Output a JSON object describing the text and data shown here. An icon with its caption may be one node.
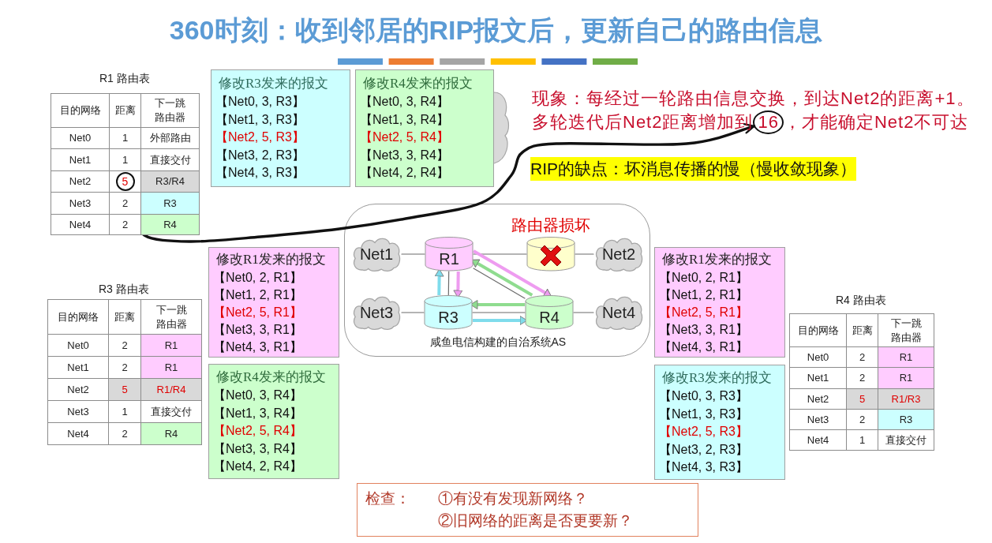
{
  "diagram": {
    "title": "360时刻：收到邻居的RIP报文后，更新自己的路由信息",
    "nodes": [
      {
        "text": [
          "修改R3发来的报文",
          "【Net0, 3, R3】",
          "【Net1, 3, R3】",
          "【Net2, 5, R3】",
          "【Net3, 2, R3】",
          "【Net4, 3, R3】"
        ]
      },
      {
        "text": [
          "修改R4发来的报文",
          "【Net0, 3, R4】",
          "【Net1, 3, R4】",
          "【Net2, 5, R4】",
          "【Net3, 3, R4】",
          "【Net4, 2, R4】"
        ]
      },
      {
        "text": [
          "5"
        ]
      },
      {
        "text": [
          "16"
        ]
      },
      {
        "text": [
          "咸鱼电信构建的自治系统AS"
        ]
      },
      {
        "text": [
          "R1"
        ],
        "in": 4
      },
      {
        "text": [],
        "shape": "cylinder",
        "in": 4,
        "beside": [
          "路由器损坏"
        ]
      },
      {
        "text": [
          "Net1"
        ],
        "in": 4
      },
      {
        "text": [
          "Net2"
        ],
        "in": 4
      },
      {
        "text": [
          "R3"
        ],
        "in": 4
      },
      {
        "text": [
          "R4"
        ],
        "in": 4
      },
      {
        "text": [
          "Net3"
        ],
        "in": 4
      },
      {
        "text": [
          "Net4"
        ],
        "in": 4
      },
      {
        "text": [
          "修改R1发来的报文",
          "【Net0, 2, R1】",
          "【Net1, 2, R1】",
          "【Net2, 5, R1】",
          "【Net3, 3, R1】",
          "【Net4, 3, R1】"
        ]
      },
      {
        "text": [
          "修改R1发来的报文",
          "【Net0, 2, R1】",
          "【Net1, 2, R1】",
          "【Net2, 5, R1】",
          "【Net3, 3, R1】",
          "【Net4, 3, R1】"
        ]
      },
      {
        "text": [
          "修改R4发来的报文",
          "【Net0, 3, R4】",
          "【Net1, 3, R4】",
          "【Net2, 5, R4】",
          "【Net3, 3, R4】",
          "【Net4, 2, R4】"
        ]
      },
      {
        "text": [
          "修改R3发来的报文",
          "【Net0, 3, R3】",
          "【Net1, 3, R3】",
          "【Net2, 5, R3】",
          "【Net3, 2, R3】",
          "【Net4, 3, R3】"
        ]
      },
      {
        "text": [
          "检查：",
          "①有没有发现新网络？",
          "②旧网络的距离是否更要新？"
        ]
      },
      {
        "text": [],
        "shape": "cloud"
      }
    ],
    "edges": [
      {
        "from": 7,
        "to": 5,
        "arrow": "none"
      },
      {
        "from": 5,
        "to": 6,
        "arrow": "none"
      },
      {
        "from": 6,
        "to": 8,
        "arrow": "none"
      },
      {
        "from": 5,
        "to": 9,
        "arrow": "none"
      },
      {
        "from": 5,
        "to": 10,
        "arrow": "none"
      },
      {
        "from": 11,
        "to": 9,
        "arrow": "none"
      },
      {
        "from": 9,
        "to": 10,
        "arrow": "none"
      },
      {
        "from": 10,
        "to": 12,
        "arrow": "none"
      },
      {
        "from": 2,
        "to": 3,
        "arrow": "to",
        "style": "thick",
        "color": "#111111"
      },
      {
        "from": 9,
        "to": 5,
        "arrow": "to",
        "style": "thick",
        "color": "#7fdcec"
      },
      {
        "from": 5,
        "to": 9,
        "arrow": "to",
        "style": "thick",
        "color": "#ee9cf0"
      },
      {
        "from": 10,
        "to": 5,
        "arrow": "to",
        "style": "thick",
        "color": "#8fdc8f"
      },
      {
        "from": 5,
        "to": 10,
        "arrow": "to",
        "style": "thick",
        "color": "#ee9cf0"
      },
      {
        "from": 10,
        "to": 9,
        "arrow": "to",
        "style": "thick",
        "color": "#8fdc8f"
      },
      {
        "from": 9,
        "to": 10,
        "arrow": "to",
        "style": "thick",
        "color": "#7fdcec"
      }
    ],
    "labels": [
      "R1 路由表",
      "目的网络",
      "距离",
      "下一跳路由器",
      "Net0",
      "1",
      "外部路由",
      "Net1",
      "1",
      "直接交付",
      "Net2",
      "R3/R4",
      "Net3",
      "2",
      "R3",
      "Net4",
      "2",
      "R4",
      "现象：每经过一轮路由信息交换，到达Net2的距离+1。",
      "多轮迭代后Net2距离增加到",
      "，才能确定Net2不可达",
      "RIP的缺点：坏消息传播的慢（慢收敛现象）",
      "R3 路由表",
      "目的网络",
      "距离",
      "下一跳路由器",
      "Net0",
      "2",
      "R1",
      "Net1",
      "2",
      "R1",
      "Net2",
      "5",
      "R1/R4",
      "Net3",
      "1",
      "直接交付",
      "Net4",
      "2",
      "R4",
      "R4 路由表",
      "目的网络",
      "距离",
      "下一跳路由器",
      "Net0",
      "2",
      "R1",
      "Net1",
      "2",
      "R1",
      "Net2",
      "5",
      "R1/R3",
      "Net3",
      "2",
      "R3",
      "Net4",
      "1",
      "直接交付"
    ]
  }
}
